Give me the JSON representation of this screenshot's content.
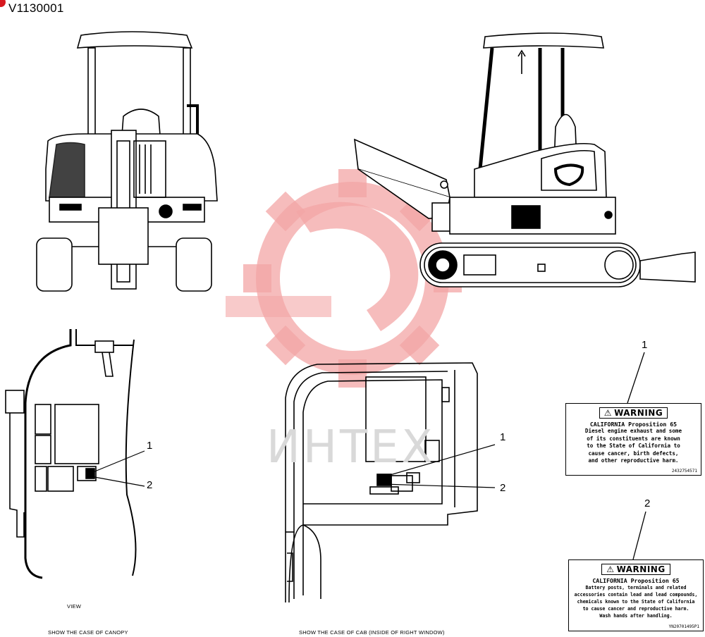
{
  "page_id": "V1130001",
  "watermark_text": "ИНТЕХ",
  "callouts": {
    "canopy_1": "1",
    "canopy_2": "2",
    "cab_1": "1",
    "cab_2": "2",
    "label_1": "1",
    "label_2": "2"
  },
  "captions": {
    "view": "VIEW",
    "canopy": "SHOW THE CASE OF CANOPY",
    "cab": "SHOW THE CASE OF CAB (INSIDE OF RIGHT WINDOW)"
  },
  "warning_1": {
    "header": "WARNING",
    "line1": "CALIFORNIA Proposition 65",
    "body": [
      "Diesel engine exhaust and some",
      "of its constituents are known",
      "to the State of California to",
      "cause cancer, birth defects,",
      "and other reproductive harm."
    ],
    "code": "2432754571"
  },
  "warning_2": {
    "header": "WARNING",
    "line1": "CALIFORNIA Proposition 65",
    "body": [
      "Battery posts, terminals and related",
      "accessories contain lead and lead compounds,",
      "chemicals known to the State of California",
      "to cause cancer and reproductive harm.",
      "Wash hands after handling."
    ],
    "code": "YN20701495P1"
  },
  "colors": {
    "line": "#000000",
    "watermark": "#f3a6a6",
    "badge": "#d71920"
  }
}
